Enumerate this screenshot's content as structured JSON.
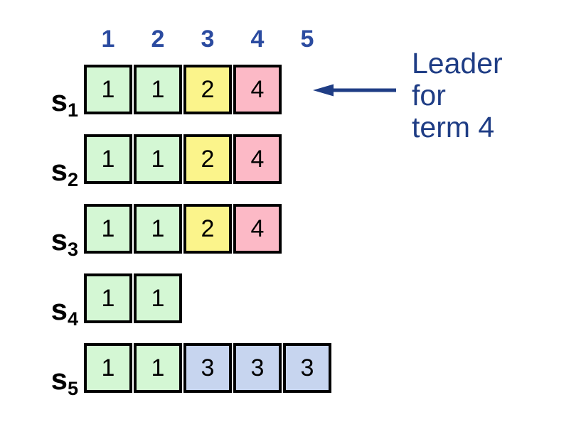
{
  "colors": {
    "term_1": "#d4f7d4",
    "term_2": "#fbf48b",
    "term_3": "#c7d5ef",
    "term_4": "#fcb9c6",
    "index_blue": "#2b4ba0",
    "annotation_blue": "#1f3d85",
    "cell_border": "#000000"
  },
  "log_index_header": {
    "labels": [
      "1",
      "2",
      "3",
      "4",
      "5"
    ]
  },
  "servers": [
    {
      "label_base": "s",
      "label_sub": "1",
      "entries": [
        {
          "term": "1"
        },
        {
          "term": "1"
        },
        {
          "term": "2"
        },
        {
          "term": "4"
        }
      ]
    },
    {
      "label_base": "s",
      "label_sub": "2",
      "entries": [
        {
          "term": "1"
        },
        {
          "term": "1"
        },
        {
          "term": "2"
        },
        {
          "term": "4"
        }
      ]
    },
    {
      "label_base": "s",
      "label_sub": "3",
      "entries": [
        {
          "term": "1"
        },
        {
          "term": "1"
        },
        {
          "term": "2"
        },
        {
          "term": "4"
        }
      ]
    },
    {
      "label_base": "s",
      "label_sub": "4",
      "entries": [
        {
          "term": "1"
        },
        {
          "term": "1"
        }
      ]
    },
    {
      "label_base": "s",
      "label_sub": "5",
      "entries": [
        {
          "term": "1"
        },
        {
          "term": "1"
        },
        {
          "term": "3"
        },
        {
          "term": "3"
        },
        {
          "term": "3"
        }
      ]
    }
  ],
  "annotation": {
    "lines": [
      "Leader",
      "for",
      "term 4"
    ]
  }
}
